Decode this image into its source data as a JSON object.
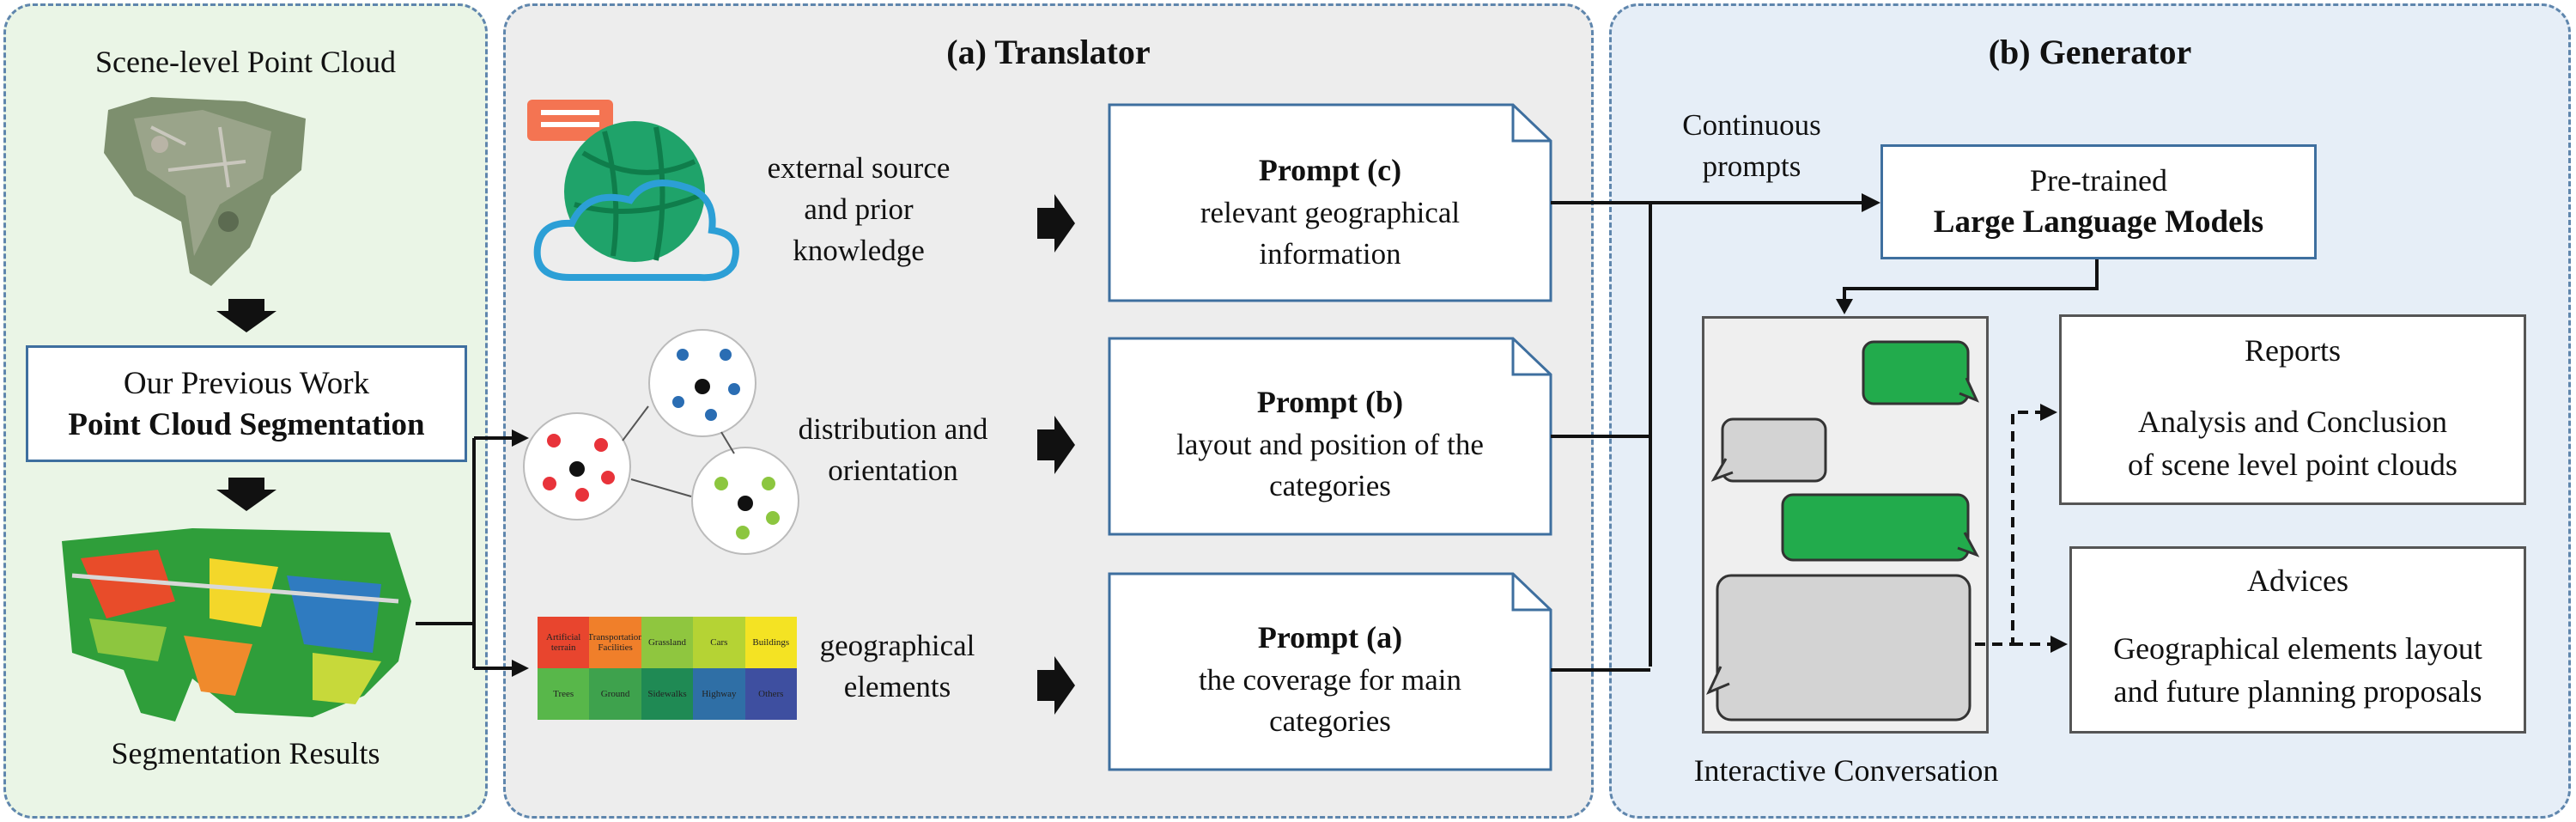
{
  "left": {
    "scene_title": "Scene-level Point Cloud",
    "previous_work_line1": "Our Previous Work",
    "previous_work_line2": "Point Cloud Segmentation",
    "results_title": "Segmentation Results"
  },
  "translator": {
    "title": "(a) Translator",
    "rows": [
      {
        "source": [
          "external source",
          "and prior",
          "knowledge"
        ],
        "prompt_title": "Prompt (c)",
        "prompt_lines": [
          "relevant geographical",
          "information"
        ]
      },
      {
        "source": [
          "distribution and",
          "orientation"
        ],
        "prompt_title": "Prompt (b)",
        "prompt_lines": [
          "layout and position of the",
          "categories"
        ]
      },
      {
        "source": [
          "geographical",
          "elements"
        ],
        "prompt_title": "Prompt (a)",
        "prompt_lines": [
          "the coverage for main",
          "categories"
        ]
      }
    ],
    "legend": [
      {
        "label": "Artificial terrain",
        "color": "#e8452e"
      },
      {
        "label": "Transportation Facilities",
        "color": "#f07f2a"
      },
      {
        "label": "Grassland",
        "color": "#8fc63f"
      },
      {
        "label": "Cars",
        "color": "#b5d334"
      },
      {
        "label": "Buildings",
        "color": "#f4e323"
      },
      {
        "label": "Trees",
        "color": "#58b74a"
      },
      {
        "label": "Ground",
        "color": "#3ea24d"
      },
      {
        "label": "Sidewalks",
        "color": "#1f8a54"
      },
      {
        "label": "Highway",
        "color": "#2f6fa6"
      },
      {
        "label": "Others",
        "color": "#3e4fa0"
      }
    ]
  },
  "generator": {
    "title": "(b) Generator",
    "continuous_prompts": [
      "Continuous",
      "prompts"
    ],
    "llm_line1": "Pre-trained",
    "llm_line2": "Large Language Models",
    "conversation_label": "Interactive Conversation",
    "reports_title": "Reports",
    "reports_lines": [
      "Analysis and Conclusion",
      "of scene level point clouds"
    ],
    "advices_title": "Advices",
    "advices_lines": [
      "Geographical elements layout",
      "and future planning proposals"
    ]
  },
  "colors": {
    "panel_border": "#5f86ad",
    "box_border": "#3e6f9f",
    "chat_green": "#22ab4c",
    "chat_gray": "#d3d3d3"
  }
}
